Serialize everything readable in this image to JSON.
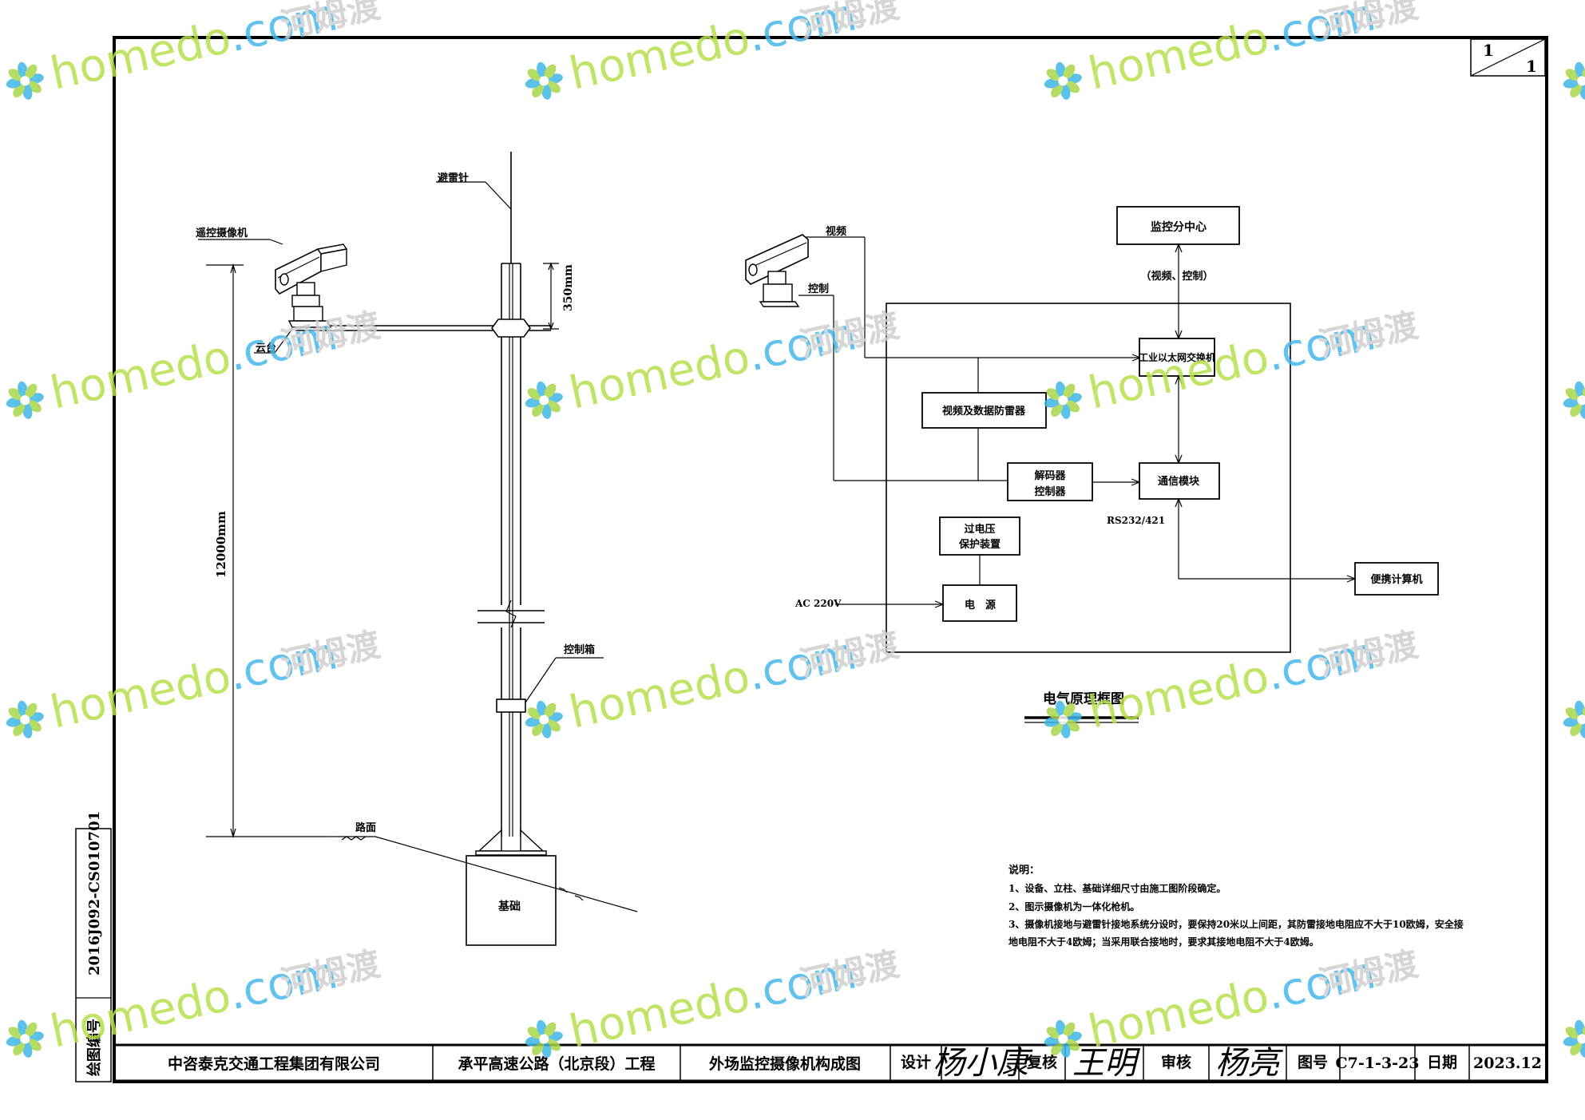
{
  "sheet": {
    "sheet_index": "1",
    "sheet_total": "1",
    "vertical_code": "2016J092-CS010701",
    "vertical_code_label": "绘图编号"
  },
  "pole_drawing": {
    "lightning_rod": "避雷针",
    "camera": "遥控摄像机",
    "ptz": "云台",
    "dim_top": "350mm",
    "dim_height": "12000mm",
    "control_box": "控制箱",
    "road_surface": "路面",
    "foundation": "基础"
  },
  "block_diagram": {
    "title": "电气原理框图",
    "video": "视频",
    "control": "控制",
    "monitor_center": "监控分中心",
    "video_control": "（视频、控制）",
    "ethernet_switch": "工业以太网交换机",
    "video_surge": "视频及数据防雷器",
    "decoder_line1": "解码器",
    "decoder_line2": "控制器",
    "comm_module": "通信模块",
    "rs232": "RS232/421",
    "overvoltage_line1": "过电压",
    "overvoltage_line2": "保护装置",
    "ac_input": "AC 220V",
    "power": "电　源",
    "laptop": "便携计算机"
  },
  "notes": {
    "title": "说明：",
    "items": [
      "1、设备、立柱、基础详细尺寸由施工图阶段确定。",
      "2、图示摄像机为一体化枪机。",
      "3、摄像机接地与避雷针接地系统分设时，要保持20米以上间距，其防雷接地电阻应不大于10欧姆，安全接",
      "地电阻不大于4欧姆；当采用联合接地时，要求其接地电阻不大于4欧姆。"
    ]
  },
  "title_block": {
    "company": "中咨泰克交通工程集团有限公司",
    "project": "承平高速公路（北京段）工程",
    "drawing_name": "外场监控摄像机构成图",
    "design_label": "设计",
    "design_sig": "杨小康",
    "review_label": "复核",
    "review_sig": "王明",
    "approve_label": "审核",
    "approve_sig": "杨亮",
    "drawing_no_label": "图号",
    "drawing_no": "C7-1-3-23",
    "date_label": "日期",
    "date": "2023.12"
  },
  "watermark": {
    "text": "homedo.com",
    "cn": "河姆渡",
    "colors": {
      "petal_a": "#3fb6e6",
      "petal_b": "#a8d64a",
      "text_a": "#b5e04a",
      "text_b": "#45b8ec"
    }
  }
}
